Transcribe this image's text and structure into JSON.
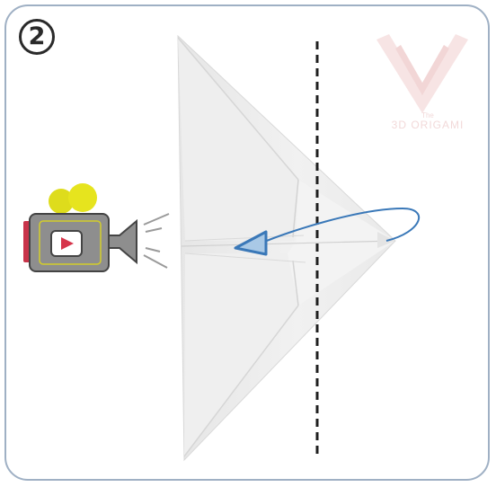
{
  "step": {
    "number": "2"
  },
  "watermark": {
    "line1": "The",
    "line2": "3D ORIGAMI"
  },
  "icons": {
    "video": "video-camera-icon",
    "play": "play-icon"
  },
  "colors": {
    "frame_border": "#9fb0c4",
    "paper": "#ececec",
    "fold_line": "#1f1f1f",
    "arrow": "#3a78b8",
    "camera_body": "#8c8c8c",
    "camera_reels": "#e2e21e",
    "camera_play": "#d6344a",
    "camera_side": "#c8344a",
    "watermark": "#f2d6d6"
  }
}
